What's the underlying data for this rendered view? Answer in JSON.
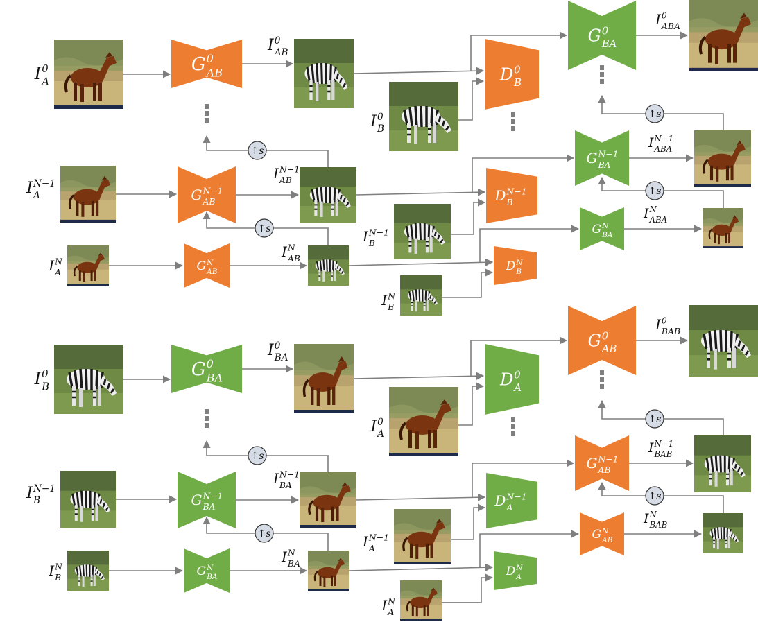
{
  "colors": {
    "orange": "#ED7D31",
    "green": "#70AD47",
    "arrow": "#7F7F7F",
    "scale_fill": "#D6DCE5",
    "dots": "#7F7F7F"
  },
  "scale_symbol": "↑s",
  "panels": {
    "top": {
      "inputs": [
        {
          "base": "I",
          "sub": "A",
          "sup": "0",
          "image": "horse-photo"
        },
        {
          "base": "I",
          "sub": "A",
          "sup": "N−1",
          "image": "horse-photo"
        },
        {
          "base": "I",
          "sub": "A",
          "sup": "N",
          "image": "horse-photo"
        }
      ],
      "generators": [
        {
          "base": "G",
          "sub": "AB",
          "sup": "0"
        },
        {
          "base": "G",
          "sub": "AB",
          "sup": "N−1"
        },
        {
          "base": "G",
          "sub": "AB",
          "sup": "N"
        }
      ],
      "fakes": [
        {
          "base": "I",
          "sub": "AB",
          "sup": "0",
          "image": "zebra-photo"
        },
        {
          "base": "I",
          "sub": "AB",
          "sup": "N−1",
          "image": "zebra-photo"
        },
        {
          "base": "I",
          "sub": "AB",
          "sup": "N",
          "image": "zebra-photo"
        }
      ],
      "reals": [
        {
          "base": "I",
          "sub": "B",
          "sup": "0",
          "image": "zebra-photo"
        },
        {
          "base": "I",
          "sub": "B",
          "sup": "N−1",
          "image": "zebra-photo"
        },
        {
          "base": "I",
          "sub": "B",
          "sup": "N",
          "image": "zebra-photo"
        }
      ],
      "discriminators": [
        {
          "base": "D",
          "sub": "B",
          "sup": "0"
        },
        {
          "base": "D",
          "sub": "B",
          "sup": "N−1"
        },
        {
          "base": "D",
          "sub": "B",
          "sup": "N"
        }
      ],
      "cycle_generators": [
        {
          "base": "G",
          "sub": "BA",
          "sup": "0"
        },
        {
          "base": "G",
          "sub": "BA",
          "sup": "N−1"
        },
        {
          "base": "G",
          "sub": "BA",
          "sup": "N"
        }
      ],
      "reconstructions": [
        {
          "base": "I",
          "sub": "ABA",
          "sup": "0",
          "image": "horse-photo"
        },
        {
          "base": "I",
          "sub": "ABA",
          "sup": "N−1",
          "image": "horse-photo"
        },
        {
          "base": "I",
          "sub": "ABA",
          "sup": "N",
          "image": "horse-photo"
        }
      ]
    },
    "bottom": {
      "inputs": [
        {
          "base": "I",
          "sub": "B",
          "sup": "0",
          "image": "zebra-photo"
        },
        {
          "base": "I",
          "sub": "B",
          "sup": "N−1",
          "image": "zebra-photo"
        },
        {
          "base": "I",
          "sub": "B",
          "sup": "N",
          "image": "zebra-photo"
        }
      ],
      "generators": [
        {
          "base": "G",
          "sub": "BA",
          "sup": "0"
        },
        {
          "base": "G",
          "sub": "BA",
          "sup": "N−1"
        },
        {
          "base": "G",
          "sub": "BA",
          "sup": "N"
        }
      ],
      "fakes": [
        {
          "base": "I",
          "sub": "BA",
          "sup": "0",
          "image": "horse-photo"
        },
        {
          "base": "I",
          "sub": "BA",
          "sup": "N−1",
          "image": "horse-photo"
        },
        {
          "base": "I",
          "sub": "BA",
          "sup": "N",
          "image": "horse-photo"
        }
      ],
      "reals": [
        {
          "base": "I",
          "sub": "A",
          "sup": "0",
          "image": "horse-photo"
        },
        {
          "base": "I",
          "sub": "A",
          "sup": "N−1",
          "image": "horse-photo"
        },
        {
          "base": "I",
          "sub": "A",
          "sup": "N",
          "image": "horse-photo"
        }
      ],
      "discriminators": [
        {
          "base": "D",
          "sub": "A",
          "sup": "0"
        },
        {
          "base": "D",
          "sub": "A",
          "sup": "N−1"
        },
        {
          "base": "D",
          "sub": "A",
          "sup": "N"
        }
      ],
      "cycle_generators": [
        {
          "base": "G",
          "sub": "AB",
          "sup": "0"
        },
        {
          "base": "G",
          "sub": "AB",
          "sup": "N−1"
        },
        {
          "base": "G",
          "sub": "AB",
          "sup": "N"
        }
      ],
      "reconstructions": [
        {
          "base": "I",
          "sub": "BAB",
          "sup": "0",
          "image": "zebra-photo"
        },
        {
          "base": "I",
          "sub": "BAB",
          "sup": "N−1",
          "image": "zebra-photo"
        },
        {
          "base": "I",
          "sub": "BAB",
          "sup": "N",
          "image": "zebra-photo"
        }
      ]
    }
  }
}
